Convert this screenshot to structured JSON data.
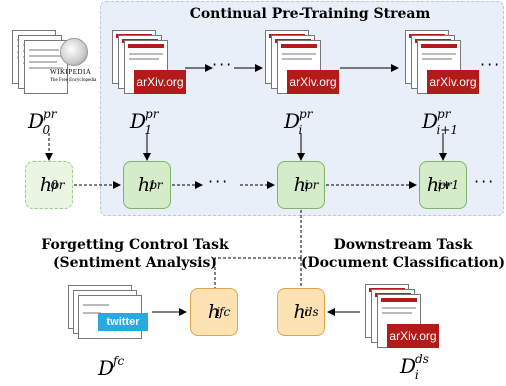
{
  "stream": {
    "title": "Continual Pre-Training Stream"
  },
  "tasks": {
    "forgetting_title_line1": "Forgetting Control Task",
    "forgetting_title_line2": "(Sentiment Analysis)",
    "downstream_title_line1": "Downstream Task",
    "downstream_title_line2": "(Document Classification)"
  },
  "datasets": {
    "d0": {
      "base": "D",
      "sup": "pr",
      "sub": "0"
    },
    "d1": {
      "base": "D",
      "sup": "pr",
      "sub": "1"
    },
    "di": {
      "base": "D",
      "sup": "pr",
      "sub": "i"
    },
    "di1": {
      "base": "D",
      "sup": "pr",
      "sub": "i+1"
    },
    "dfc": {
      "base": "D",
      "sup": "fc",
      "sub": ""
    },
    "dds": {
      "base": "D",
      "sup": "ds",
      "sub": "i"
    }
  },
  "nodes": {
    "h0": {
      "base": "h",
      "sup": "pr",
      "sub": "0"
    },
    "h1": {
      "base": "h",
      "sup": "pr",
      "sub": "1"
    },
    "hi": {
      "base": "h",
      "sup": "pr",
      "sub": "i"
    },
    "hi1": {
      "base": "h",
      "sup": "pr",
      "sub": "i+1"
    },
    "hfc": {
      "base": "h",
      "sup": "fc",
      "sub": "i"
    },
    "hds": {
      "base": "h",
      "sup": "ds",
      "sub": "i"
    }
  },
  "ellipsis": "···",
  "badges": {
    "arxiv": "arXiv.org",
    "twitter": "twitter"
  },
  "wiki": {
    "name": "WIKIPEDIA",
    "tagline": "The Free Encyclopedia"
  },
  "colors": {
    "stream_bg": "#e8eff8",
    "node_green": "#d4ecc8",
    "node_orange": "#fde2b4",
    "arxiv_red": "#b31b1b"
  }
}
